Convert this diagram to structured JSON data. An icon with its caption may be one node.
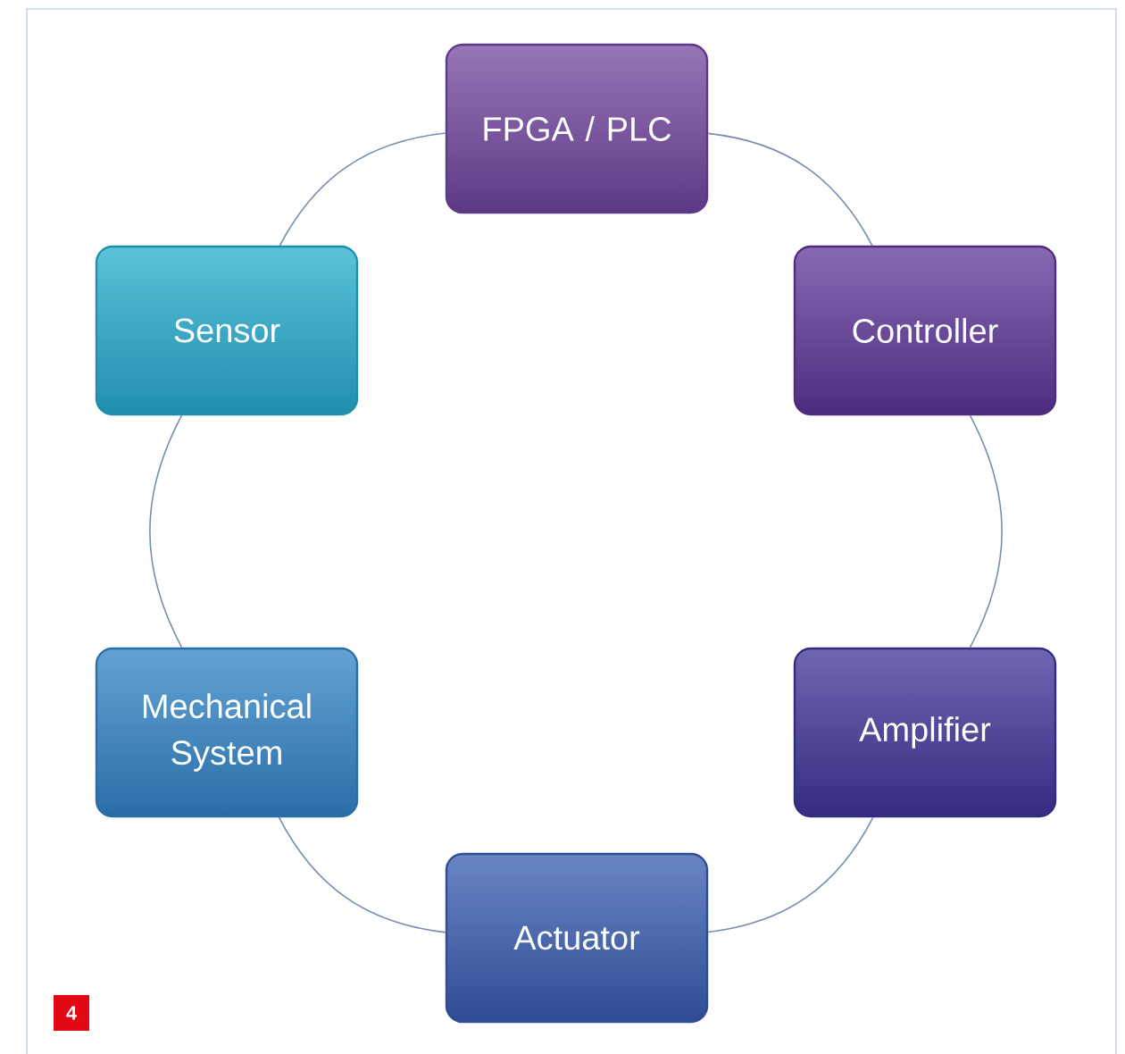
{
  "diagram": {
    "nodes": [
      {
        "text": [
          "FPGA / PLC"
        ]
      },
      {
        "text": [
          "Controller"
        ]
      },
      {
        "text": [
          "Amplifier"
        ]
      },
      {
        "text": [
          "Actuator"
        ]
      },
      {
        "text": [
          "Mechanical System"
        ]
      },
      {
        "text": [
          "Sensor"
        ]
      }
    ],
    "edges": [
      {
        "from": 0,
        "to": 1,
        "arrow": "none"
      },
      {
        "from": 1,
        "to": 2,
        "arrow": "none"
      },
      {
        "from": 2,
        "to": 3,
        "arrow": "none"
      },
      {
        "from": 3,
        "to": 4,
        "arrow": "none"
      },
      {
        "from": 4,
        "to": 5,
        "arrow": "none"
      },
      {
        "from": 5,
        "to": 0,
        "arrow": "none"
      }
    ],
    "labels": [
      "4"
    ]
  }
}
